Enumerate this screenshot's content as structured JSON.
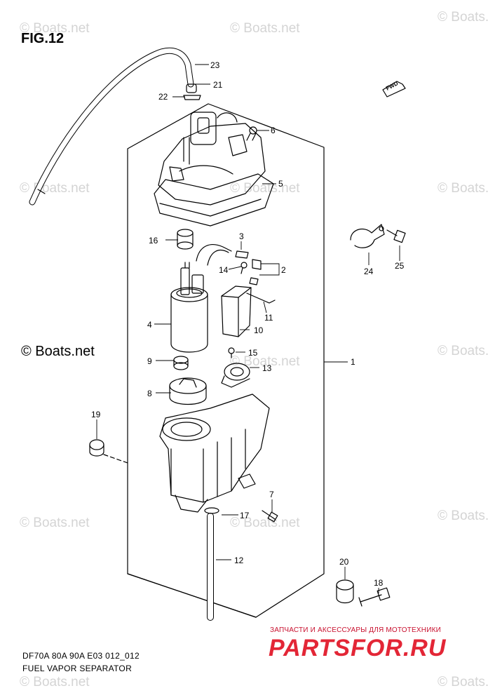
{
  "figure_label": "FIG.12",
  "watermark_text": "© Boats.net",
  "footer": {
    "model_line": "DF70A 80A 90A E03 012_012",
    "title_line": "FUEL VAPOR SEPARATOR"
  },
  "fwd_tag": "FWD",
  "shop": {
    "tagline": "ЗАПЧАСТИ И АКСЕССУАРЫ ДЛЯ МОТОТЕХНИКИ",
    "logo": "PARTSFOR.RU"
  },
  "callouts": [
    {
      "id": "c23",
      "text": "23"
    },
    {
      "id": "c21",
      "text": "21"
    },
    {
      "id": "c22",
      "text": "22"
    },
    {
      "id": "c6",
      "text": "6"
    },
    {
      "id": "c5",
      "text": "5"
    },
    {
      "id": "c16",
      "text": "16"
    },
    {
      "id": "c3",
      "text": "3"
    },
    {
      "id": "c14",
      "text": "14"
    },
    {
      "id": "c2",
      "text": "2"
    },
    {
      "id": "c11",
      "text": "11"
    },
    {
      "id": "c4",
      "text": "4"
    },
    {
      "id": "c10",
      "text": "10"
    },
    {
      "id": "c9",
      "text": "9"
    },
    {
      "id": "c15",
      "text": "15"
    },
    {
      "id": "c13",
      "text": "13"
    },
    {
      "id": "c1",
      "text": "1"
    },
    {
      "id": "c8",
      "text": "8"
    },
    {
      "id": "c19",
      "text": "19"
    },
    {
      "id": "c7",
      "text": "7"
    },
    {
      "id": "c17",
      "text": "17"
    },
    {
      "id": "c12",
      "text": "12"
    },
    {
      "id": "c20",
      "text": "20"
    },
    {
      "id": "c18",
      "text": "18"
    },
    {
      "id": "c24",
      "text": "24"
    },
    {
      "id": "c25",
      "text": "25"
    }
  ]
}
